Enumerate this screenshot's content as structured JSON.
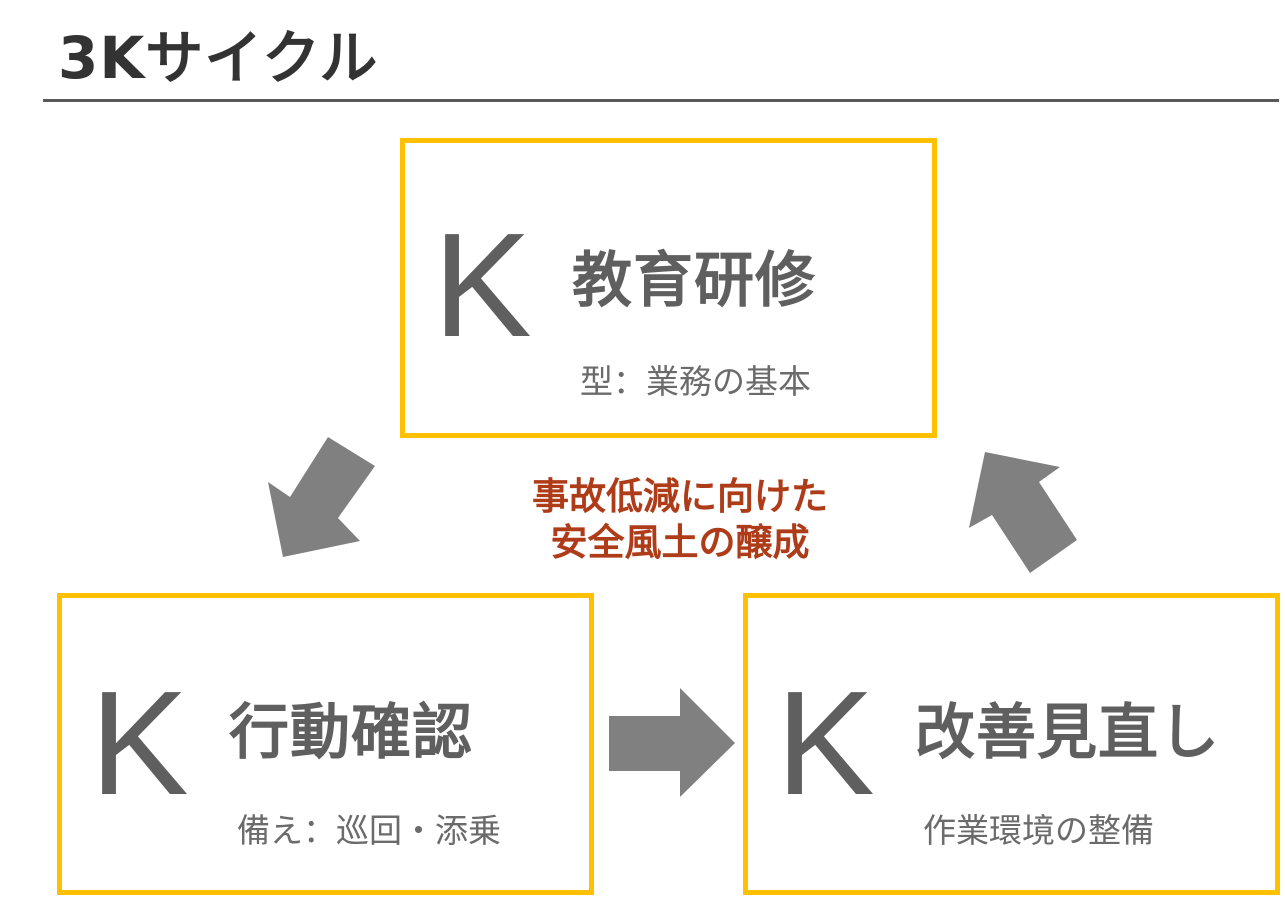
{
  "header": {
    "title": "3Kサイクル"
  },
  "diagram": {
    "center_label": {
      "line1": "事故低減に向けた",
      "line2": "安全風土の醸成",
      "color": "#ae3c19"
    },
    "boxes": [
      {
        "letter": "K",
        "heading": "教育研修",
        "subtitle": "型：業務の基本",
        "position": "top"
      },
      {
        "letter": "K",
        "heading": "行動確認",
        "subtitle": "備え：巡回・添乗",
        "position": "bottom-left"
      },
      {
        "letter": "K",
        "heading": "改善見直し",
        "subtitle": "作業環境の整備",
        "position": "bottom-right"
      }
    ],
    "arrows": [
      {
        "from": "教育研修",
        "to": "行動確認",
        "direction": "down-left"
      },
      {
        "from": "行動確認",
        "to": "改善見直し",
        "direction": "right"
      },
      {
        "from": "改善見直し",
        "to": "教育研修",
        "direction": "up-right"
      }
    ],
    "colors": {
      "box_border": "#ffc000",
      "text_gray": "#5f5f5f",
      "arrow_gray": "#808080"
    }
  }
}
